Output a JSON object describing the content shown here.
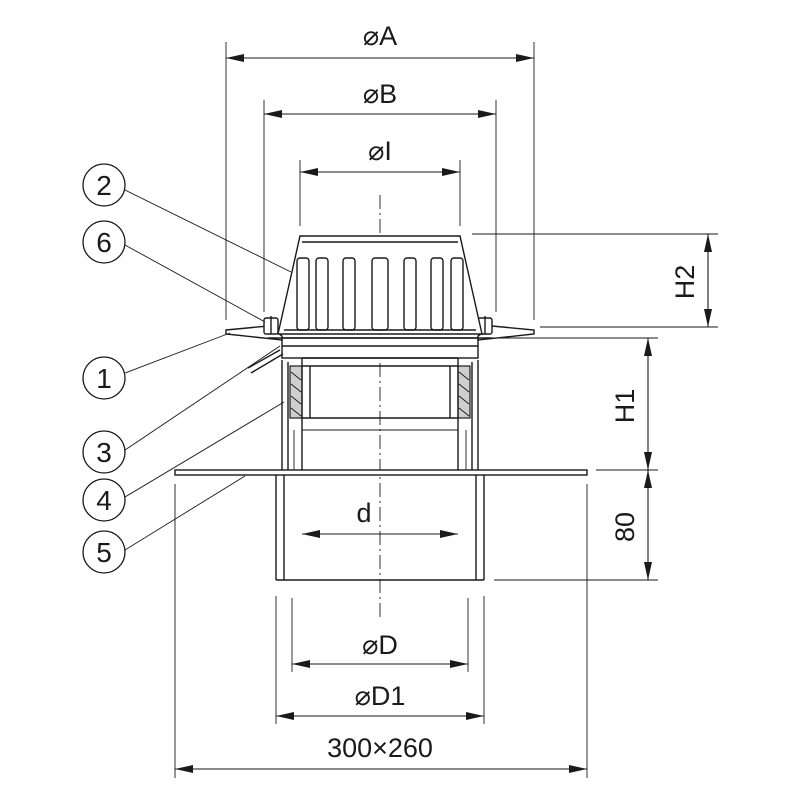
{
  "drawing": {
    "dimensions": {
      "phi_a": "⌀A",
      "phi_b": "⌀B",
      "phi_i": "⌀I",
      "h2": "H2",
      "h1": "H1",
      "d": "d",
      "eighty": "80",
      "phi_d": "⌀D",
      "phi_d1": "⌀D1",
      "flange": "300×260"
    },
    "callouts": [
      "2",
      "6",
      "1",
      "3",
      "4",
      "5"
    ]
  }
}
